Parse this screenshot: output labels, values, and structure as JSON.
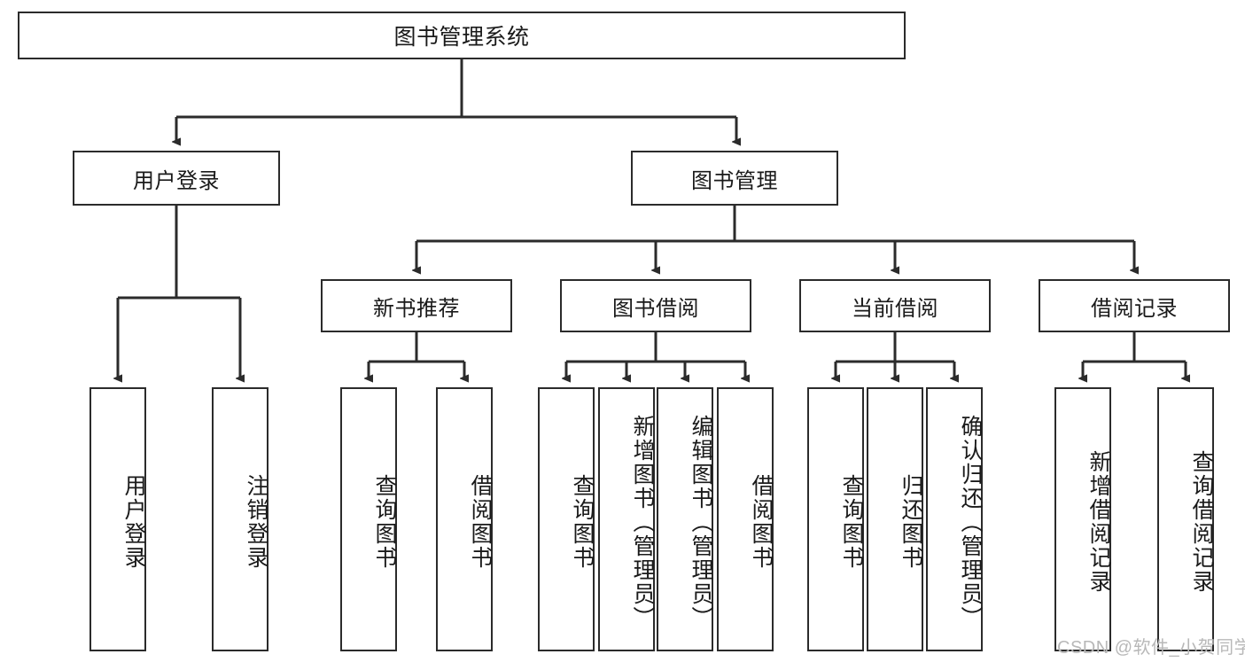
{
  "diagram": {
    "type": "hierarchy-tree",
    "title": "图书管理系统",
    "colors": {
      "background": "#ffffff",
      "box_border": "#2b2b2b",
      "box_fill": "#ffffff",
      "connector": "#2b2b2b",
      "text": "#1a1a1a",
      "watermark": "#b8b8b8"
    },
    "root": {
      "label": "图书管理系统"
    },
    "level2": [
      {
        "label": "用户登录"
      },
      {
        "label": "图书管理"
      }
    ],
    "level3": [
      {
        "label": "新书推荐"
      },
      {
        "label": "图书借阅"
      },
      {
        "label": "当前借阅"
      },
      {
        "label": "借阅记录"
      }
    ],
    "leaves": {
      "user_login": [
        {
          "label": "用户登录"
        },
        {
          "label": "注销登录"
        }
      ],
      "new_book": [
        {
          "label": "查询图书"
        },
        {
          "label": "借阅图书"
        }
      ],
      "book_borrow": [
        {
          "label": "查询图书"
        },
        {
          "label": "新增图书（管理员）"
        },
        {
          "label": "编辑图书（管理员）"
        },
        {
          "label": "借阅图书"
        }
      ],
      "current_borrow": [
        {
          "label": "查询图书"
        },
        {
          "label": "归还图书"
        },
        {
          "label": "确认归还（管理员）"
        }
      ],
      "borrow_record": [
        {
          "label": "新增借阅记录"
        },
        {
          "label": "查询借阅记录"
        }
      ]
    }
  },
  "watermark": {
    "text": "CSDN @软件_小贺同学"
  }
}
